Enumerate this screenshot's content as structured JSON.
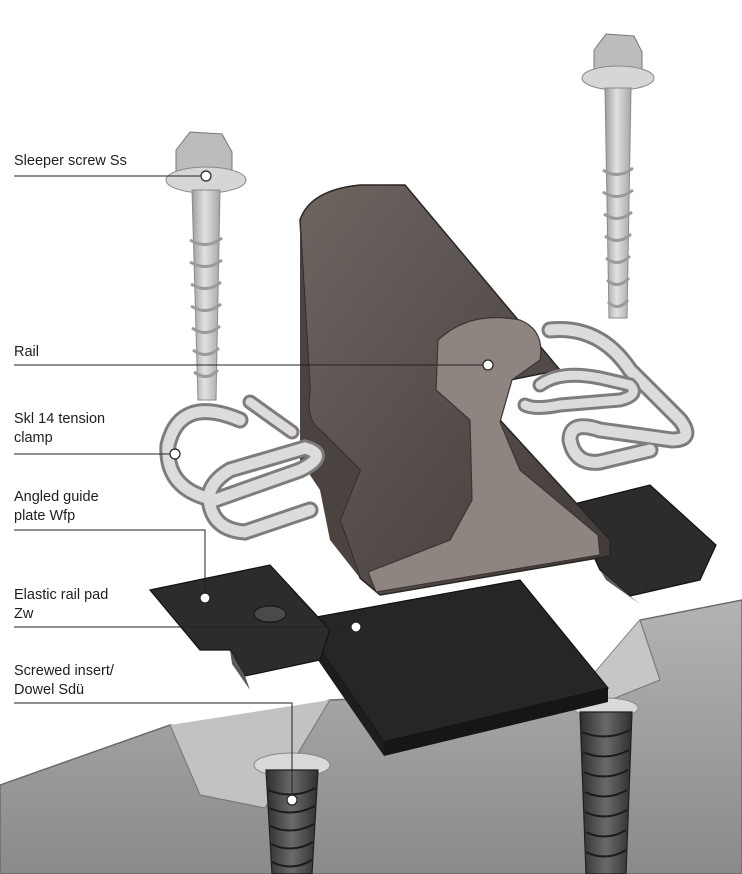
{
  "labels": {
    "sleeper_screw": "Sleeper screw Ss",
    "rail": "Rail",
    "tension_clamp": "Skl 14 tension\nclamp",
    "guide_plate": "Angled guide\nplate Wfp",
    "rail_pad": "Elastic rail pad\nZw",
    "dowel": "Screwed insert/\nDowel Sdü"
  },
  "colors": {
    "rail": "#5d5552",
    "rail_section": "#8e8580",
    "steel": "#c9c9c9",
    "pad": "#262626",
    "sleeper": "#9a9a9a",
    "leader": "#222222"
  }
}
